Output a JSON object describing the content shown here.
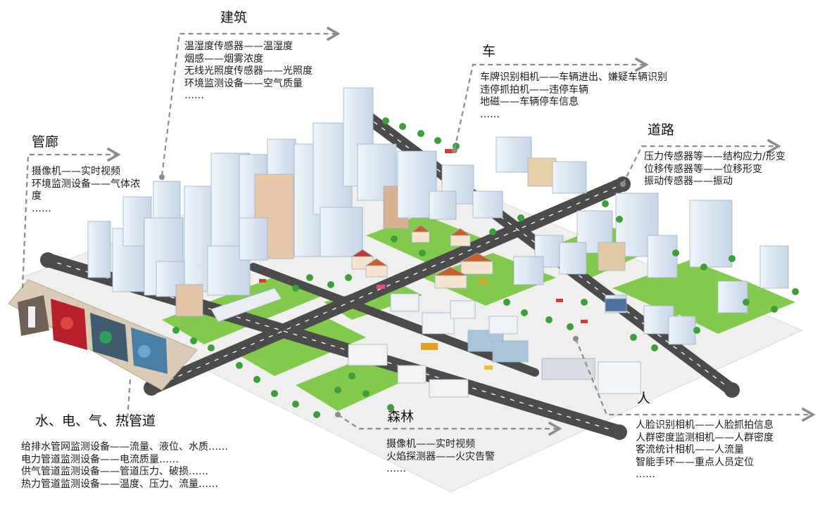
{
  "sections": {
    "building": {
      "title": "建筑",
      "items": [
        "温湿度传感器——温湿度",
        "烟感——烟雾浓度",
        "无线光照度传感器——光照度",
        "环境监测设备——空气质量",
        "……"
      ]
    },
    "vehicle": {
      "title": "车",
      "items": [
        "车牌识别相机——车辆进出、嫌疑车辆识别",
        "违停抓拍机——违停车辆",
        "地磁——车辆停车信息",
        "……"
      ]
    },
    "road": {
      "title": "道路",
      "items": [
        "压力传感器等——结构应力/形变",
        "位移传感器等——位移形变",
        "振动传感器——振动"
      ]
    },
    "corridor": {
      "title": "管廊",
      "items": [
        "摄像机——实时视频",
        "环境监测设备——气体浓",
        "度",
        "……"
      ]
    },
    "pipeline": {
      "title": "水、电、气、热管道",
      "items": [
        "给排水管网监测设备——流量、液位、水质……",
        "电力管道监测设备——电流质量……",
        "供气管道监测设备——管道压力、破损……",
        "热力管道监测设备——温度、压力、流量……"
      ]
    },
    "forest": {
      "title": "森林",
      "items": [
        "摄像机——实时视频",
        "火焰探测器——火灾告警",
        "……"
      ]
    },
    "people": {
      "title": "人",
      "items": [
        "人脸识别相机——人脸抓拍信息",
        "人群密度监测相机——人群密度",
        "客流统计相机——人流量",
        "智能手环——重点人员定位",
        "……"
      ]
    }
  },
  "colors": {
    "ground": "#f1f1ef",
    "grass": "#7cc243",
    "road": "#4a4a4a",
    "building": "#dce8f3",
    "dash": "#8c8c8c"
  }
}
